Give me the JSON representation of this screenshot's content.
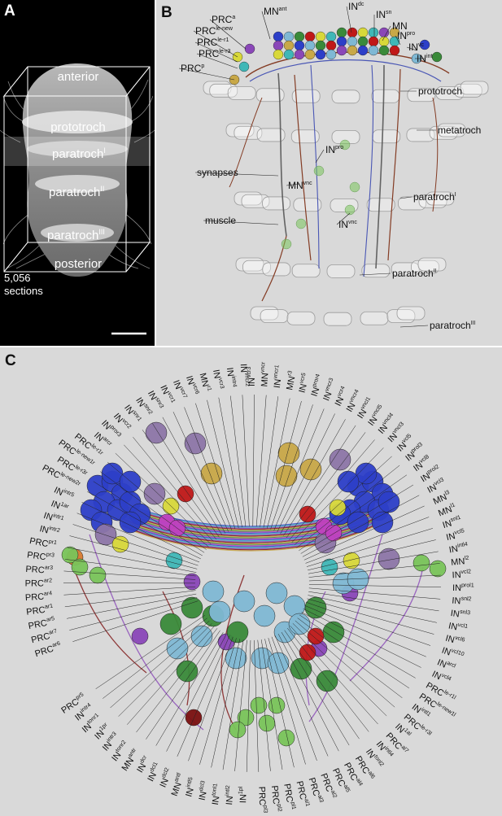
{
  "panel_a": {
    "letter": "A",
    "labels": {
      "anterior": "anterior",
      "prototroch": "prototroch",
      "paratroch1": "paratroch",
      "paratroch1_sup": "I",
      "paratroch2": "paratroch",
      "paratroch2_sup": "II",
      "paratroch3": "paratroch",
      "paratroch3_sup": "III",
      "posterior": "posterior"
    },
    "sections_count": "5,056",
    "sections_word": "sections"
  },
  "panel_b": {
    "letter": "B",
    "labels": [
      {
        "base": "MN",
        "sup": "ant"
      },
      {
        "base": "PRC",
        "sup": "a"
      },
      {
        "base": "PRC",
        "sup": "le-new"
      },
      {
        "base": "PRC",
        "sup": "le-r1"
      },
      {
        "base": "PRC",
        "sup": "le-r3"
      },
      {
        "base": "PRC",
        "sup": "p"
      },
      {
        "base": "IN",
        "sup": "dc"
      },
      {
        "base": "IN",
        "sup": "sn"
      },
      {
        "base": "MN",
        "sup": ""
      },
      {
        "base": "IN",
        "sup": "pro"
      },
      {
        "base": "IN",
        "sup": "vc"
      },
      {
        "base": "IN",
        "sup": "int"
      },
      {
        "base": "prototroch",
        "sup": ""
      },
      {
        "base": "metatroch",
        "sup": ""
      },
      {
        "base": "IN",
        "sup": "pro"
      },
      {
        "base": "synapses",
        "sup": ""
      },
      {
        "base": "MN",
        "sup": "vnc"
      },
      {
        "base": "paratroch",
        "sup": "I"
      },
      {
        "base": "muscle",
        "sup": ""
      },
      {
        "base": "IN",
        "sup": "vnc"
      },
      {
        "base": "paratroch",
        "sup": "II"
      },
      {
        "base": "paratroch",
        "sup": "III"
      }
    ]
  },
  "panel_c": {
    "letter": "C",
    "labels": [
      {
        "base": "PRC",
        "sup": "ar6"
      },
      {
        "base": "PRC",
        "sup": "ar7"
      },
      {
        "base": "PRC",
        "sup": "ar5"
      },
      {
        "base": "PRC",
        "sup": "ar1"
      },
      {
        "base": "PRC",
        "sup": "ar4"
      },
      {
        "base": "PRC",
        "sup": "ar2"
      },
      {
        "base": "PRC",
        "sup": "ar3"
      },
      {
        "base": "PRC",
        "sup": "pr3"
      },
      {
        "base": "PRC",
        "sup": "pr1"
      },
      {
        "base": "IN",
        "sup": "intr2"
      },
      {
        "base": "IN",
        "sup": "intr1"
      },
      {
        "base": "IN",
        "sup": "1ar"
      },
      {
        "base": "IN",
        "sup": "intr5"
      },
      {
        "base": "PRC",
        "sup": "le-new2r"
      },
      {
        "base": "PRC",
        "sup": "le-r3r"
      },
      {
        "base": "PRC",
        "sup": "le-new1r"
      },
      {
        "base": "PRC",
        "sup": "le-r1r"
      },
      {
        "base": "IN",
        "sup": "arcr"
      },
      {
        "base": "IN",
        "sup": "pror3"
      },
      {
        "base": "IN",
        "sup": "vcr2"
      },
      {
        "base": "IN",
        "sup": "snr1"
      },
      {
        "base": "IN",
        "sup": "snr2"
      },
      {
        "base": "IN",
        "sup": "snr3"
      },
      {
        "base": "IN",
        "sup": "vcr1"
      },
      {
        "base": "IN",
        "sup": "vcr7"
      },
      {
        "base": "IN",
        "sup": "vcr6"
      },
      {
        "base": "MN",
        "sup": "r1"
      },
      {
        "base": "IN",
        "sup": "vcr3"
      },
      {
        "base": "IN",
        "sup": "intr4"
      },
      {
        "base": "IN",
        "sup": "vncr2"
      },
      {
        "base": "IN",
        "sup": "vcr3"
      },
      {
        "base": "MN",
        "sup": "vncr"
      },
      {
        "base": "IN",
        "sup": "vncr1"
      },
      {
        "base": "MN",
        "sup": "r3"
      },
      {
        "base": "IN",
        "sup": "vcr5"
      },
      {
        "base": "IN",
        "sup": "pror4"
      },
      {
        "base": "IN",
        "sup": "vncr3"
      },
      {
        "base": "IN",
        "sup": "vcr4"
      },
      {
        "base": "IN",
        "sup": "vncr4"
      },
      {
        "base": "IN",
        "sup": "vncl1"
      },
      {
        "base": "IN",
        "sup": "vncl5"
      },
      {
        "base": "IN",
        "sup": "vncl4"
      },
      {
        "base": "IN",
        "sup": "vncl3"
      },
      {
        "base": "IN",
        "sup": "vcl5"
      },
      {
        "base": "IN",
        "sup": "prol3"
      },
      {
        "base": "IN",
        "sup": "vcl8"
      },
      {
        "base": "IN",
        "sup": "prol2"
      },
      {
        "base": "IN",
        "sup": "vcl3"
      },
      {
        "base": "MN",
        "sup": "l3"
      },
      {
        "base": "MN",
        "sup": "l1"
      },
      {
        "base": "IN",
        "sup": "snl1"
      },
      {
        "base": "IN",
        "sup": "vcl5"
      },
      {
        "base": "IN",
        "sup": "intl4"
      },
      {
        "base": "MN",
        "sup": "l2"
      },
      {
        "base": "IN",
        "sup": "vcl2"
      },
      {
        "base": "IN",
        "sup": "prol1"
      },
      {
        "base": "IN",
        "sup": "snl2"
      },
      {
        "base": "IN",
        "sup": "snl3"
      },
      {
        "base": "IN",
        "sup": "vcl1"
      },
      {
        "base": "IN",
        "sup": "vcl6"
      },
      {
        "base": "IN",
        "sup": "vcl10"
      },
      {
        "base": "IN",
        "sup": "arcl"
      },
      {
        "base": "IN",
        "sup": "vcl4"
      },
      {
        "base": "PRC",
        "sup": "le-r1l"
      },
      {
        "base": "PRC",
        "sup": "le-new1l"
      },
      {
        "base": "IN",
        "sup": "intl1"
      },
      {
        "base": "PRC",
        "sup": "le-r3l"
      },
      {
        "base": "IN",
        "sup": "1al"
      },
      {
        "base": "PRC",
        "sup": "al7"
      },
      {
        "base": "IN",
        "sup": "intl4"
      },
      {
        "base": "IN",
        "sup": "tonl2"
      },
      {
        "base": "PRC",
        "sup": "al6"
      },
      {
        "base": "PRC",
        "sup": "al4"
      },
      {
        "base": "PRC",
        "sup": "al5"
      },
      {
        "base": "PRC",
        "sup": "al2"
      },
      {
        "base": "PRC",
        "sup": "al3"
      },
      {
        "base": "PRC",
        "sup": "al1"
      },
      {
        "base": "PRC",
        "sup": "pl1"
      },
      {
        "base": "PRC",
        "sup": "pl2"
      },
      {
        "base": "PRC",
        "sup": "pl3"
      },
      {
        "base": "IN",
        "sup": "1pl"
      },
      {
        "base": "IN",
        "sup": "intl2"
      },
      {
        "base": "IN",
        "sup": "tonl1"
      },
      {
        "base": "IN",
        "sup": "dcl3"
      },
      {
        "base": "IN",
        "sup": "intl5"
      },
      {
        "base": "MN",
        "sup": "antl"
      },
      {
        "base": "IN",
        "sup": "dcl2"
      },
      {
        "base": "IN",
        "sup": "dcl1"
      },
      {
        "base": "IN",
        "sup": "dcr"
      },
      {
        "base": "MN",
        "sup": "antr"
      },
      {
        "base": "IN",
        "sup": "tonr2"
      },
      {
        "base": "IN",
        "sup": "intr3"
      },
      {
        "base": "IN",
        "sup": "1pr"
      },
      {
        "base": "IN",
        "sup": "tonr1"
      },
      {
        "base": "IN",
        "sup": "intr4"
      },
      {
        "base": "PRC",
        "sup": "pr5"
      }
    ]
  },
  "colors": {
    "blue": "#2d3fc8",
    "light_blue": "#7fb8d4",
    "teal": "#3fb7b7",
    "green": "#3a8a3a",
    "light_green": "#79c45a",
    "purple": "#8a47b8",
    "lilac": "#8d76a8",
    "magenta": "#c040c0",
    "red": "#c01818",
    "dark_red": "#7a1010",
    "yellow": "#d8d83a",
    "gold": "#c8a848",
    "orange": "#d87a30"
  }
}
